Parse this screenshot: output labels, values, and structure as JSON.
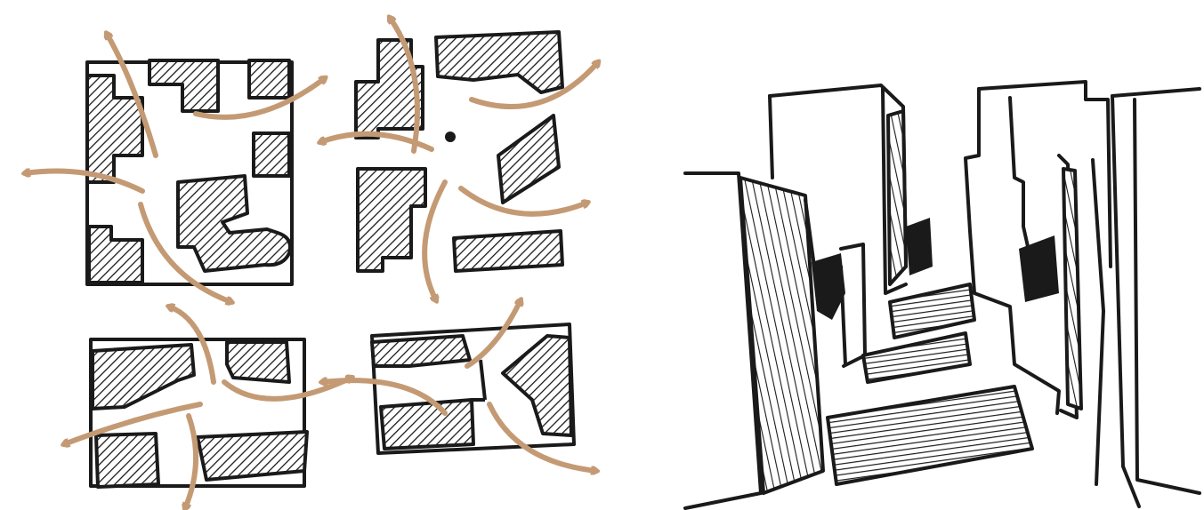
{
  "colors": {
    "background": "#ffffff",
    "ink": "#1a1a1a",
    "hatch": "#1a1a1a",
    "arrow": "#c49a74"
  },
  "plans": [
    {
      "name": "plan-top-left"
    },
    {
      "name": "plan-top-right"
    },
    {
      "name": "plan-bottom-left"
    },
    {
      "name": "plan-bottom-right"
    }
  ],
  "perspective": {
    "name": "courtyard-perspective-sketch"
  }
}
